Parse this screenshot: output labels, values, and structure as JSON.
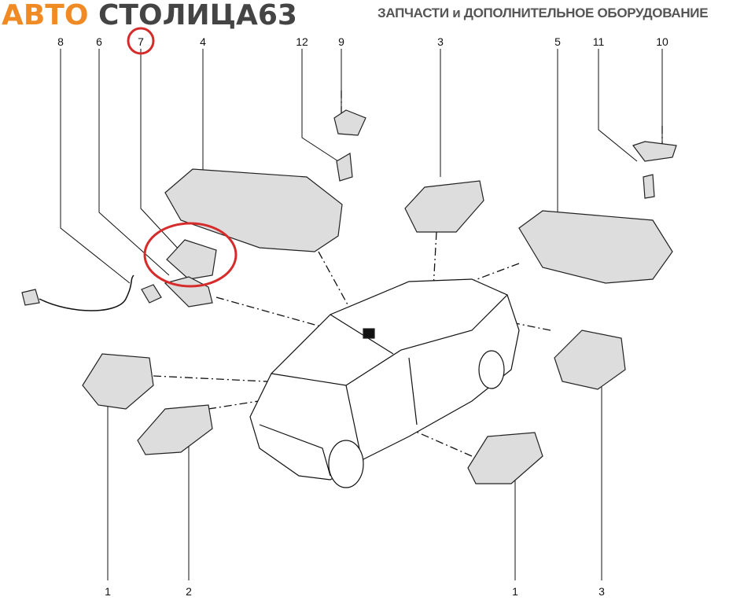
{
  "header": {
    "logo_part1": "АВТО",
    "logo_part2": "СТОЛИЦА63",
    "tagline": "ЗАПЧАСТИ и ДОПОЛНИТЕЛЬНОЕ ОБОРУДОВАНИЕ"
  },
  "callouts": {
    "top": [
      "8",
      "6",
      "7",
      "4",
      "12",
      "9",
      "3",
      "5",
      "11",
      "10"
    ],
    "bottom": [
      "1",
      "2",
      "1",
      "3"
    ]
  },
  "highlight_color": "#d62b2b",
  "highlighted_part": "7"
}
